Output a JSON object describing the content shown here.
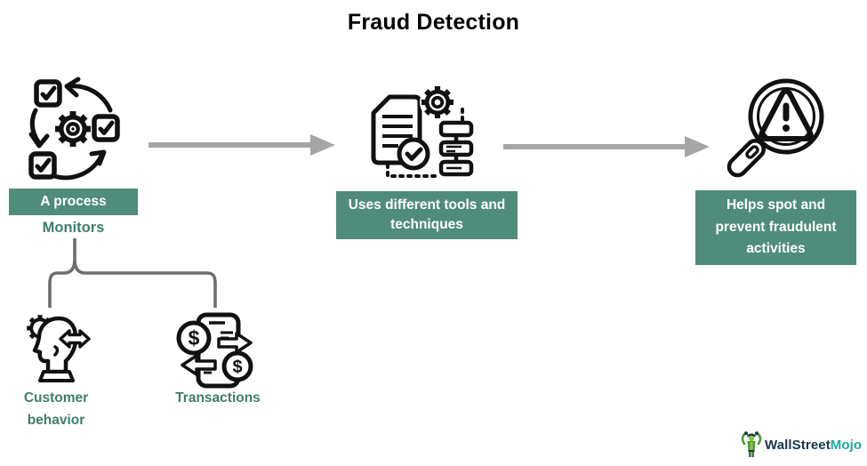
{
  "title": "Fraud Detection",
  "steps": [
    {
      "badge": "A process",
      "icon": "process-cycle-icon"
    },
    {
      "badge": "Uses different tools and techniques",
      "icon": "tools-techniques-icon"
    },
    {
      "badge": "Helps spot and prevent fraudulent activities",
      "icon": "magnifier-alert-icon"
    }
  ],
  "monitors": {
    "heading": "Monitors",
    "items": [
      {
        "label": "Customer behavior",
        "icon": "customer-behavior-icon"
      },
      {
        "label": "Transactions",
        "icon": "transactions-icon"
      }
    ]
  },
  "logo": {
    "part1": "WallStreet",
    "part2": "Mojo"
  },
  "colors": {
    "badge_bg": "#4F8C7B",
    "badge_text": "#FFFFFF",
    "label_teal": "#3E7D6C",
    "arrow_gray": "#A6A6A6",
    "bracket_gray": "#6E6E6E",
    "icon_stroke": "#111111",
    "logo_dark": "#16384C",
    "logo_teal": "#1CA9A1",
    "title_color": "#000000",
    "canvas_bg": "#FFFFFF"
  }
}
